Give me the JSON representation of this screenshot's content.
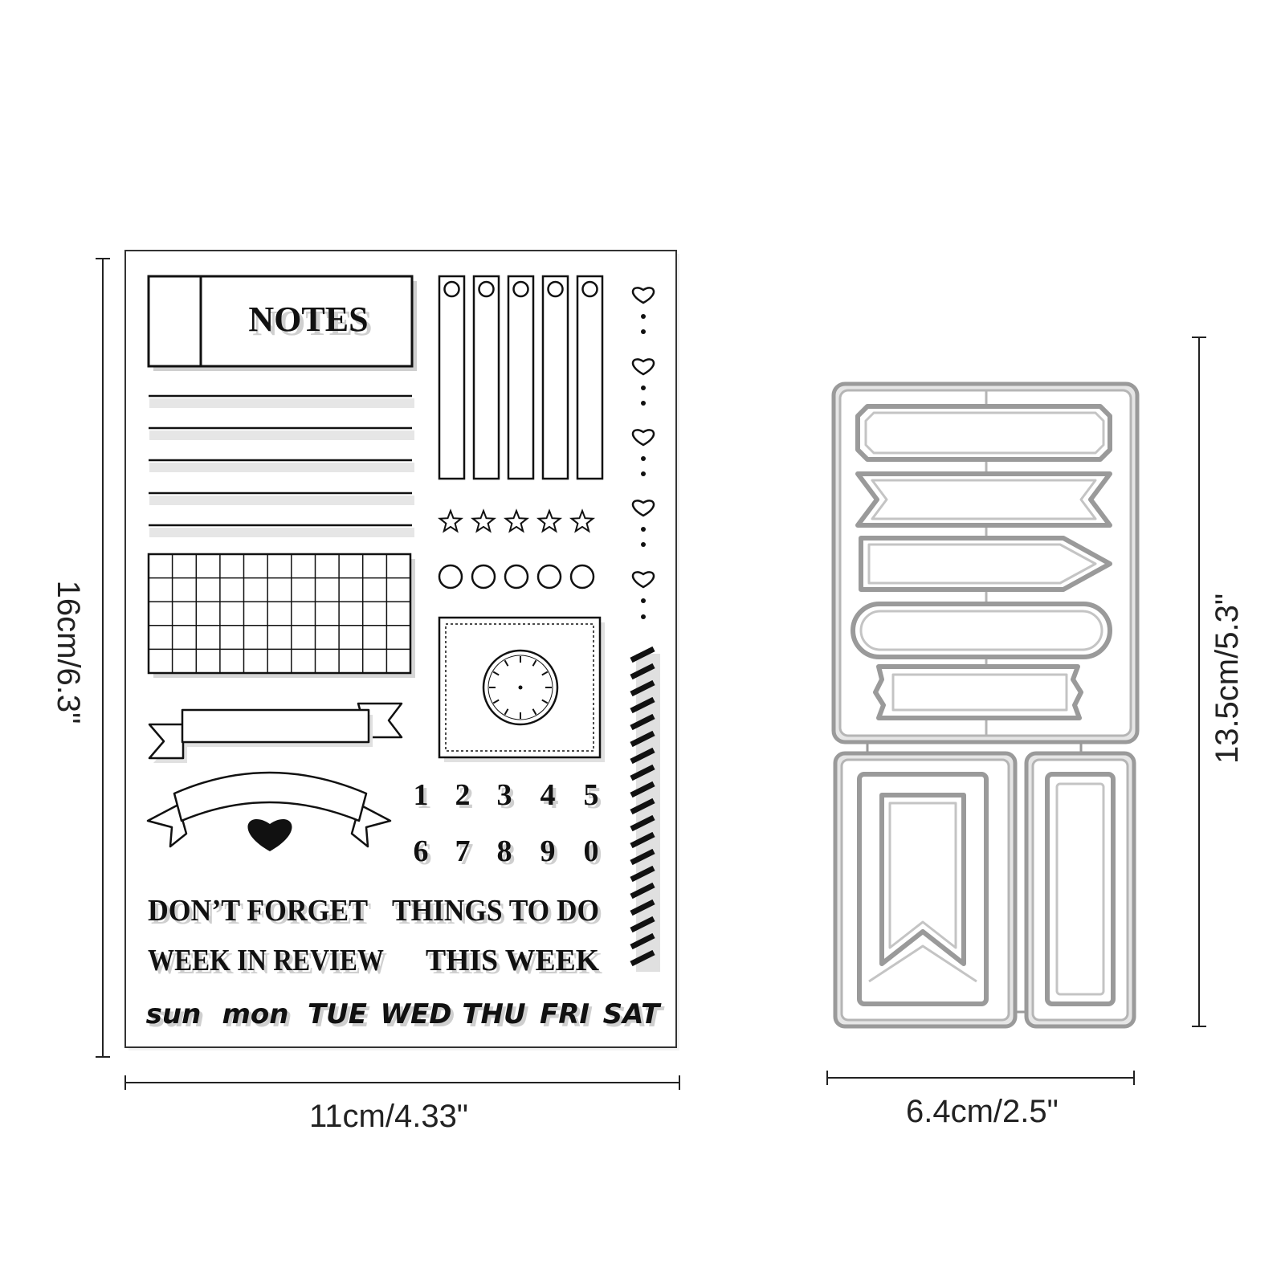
{
  "stamp_sheet": {
    "notes_label": "NOTES",
    "numbers": [
      "1",
      "2",
      "3",
      "4",
      "5",
      "6",
      "7",
      "8",
      "9",
      "0"
    ],
    "phrases": {
      "dont_forget": "DON’T FORGET",
      "things_to_do": "THINGS TO DO",
      "week_in_review": "WEEK IN REVIEW",
      "this_week": "THIS WEEK"
    },
    "days": [
      "sun",
      "mon",
      "TUE",
      "WED",
      "THU",
      "FRI",
      "SAT"
    ]
  },
  "dimensions": {
    "stamp_width": "11cm/4.33\"",
    "stamp_height": "16cm/6.3\"",
    "die_width": "6.4cm/2.5\"",
    "die_height": "13.5cm/5.3\""
  },
  "colors": {
    "ink": "#111111",
    "shadow": "#cfcfcf",
    "die_metal": "#9a9a9a",
    "die_fill": "#e6e6e6",
    "sheet_border": "#333333"
  }
}
